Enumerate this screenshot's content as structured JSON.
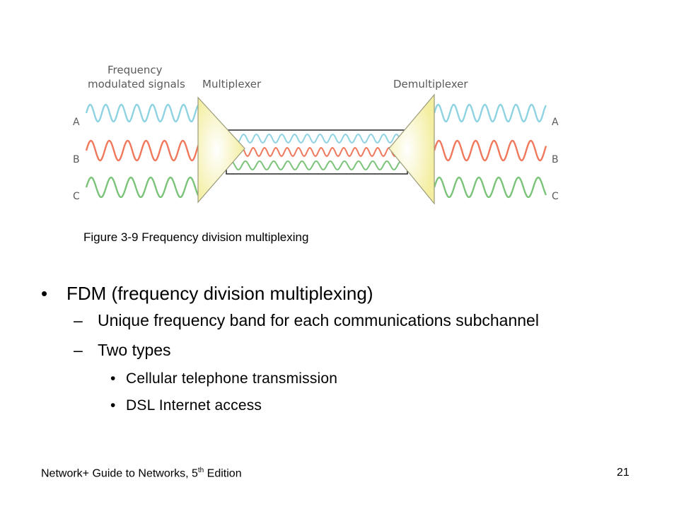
{
  "diagram": {
    "label_signals": [
      "Frequency",
      "modulated signals"
    ],
    "label_mux": "Multiplexer",
    "label_demux": "Demultiplexer",
    "channels": [
      "A",
      "B",
      "C"
    ],
    "colors": {
      "A": "#8fd3e3",
      "B": "#f0795d",
      "C": "#7cc37a",
      "device": "#f6f2a8",
      "device_stroke": "#9a9a7a",
      "label": "#5a5a5a"
    }
  },
  "caption": "Figure 3-9 Frequency division multiplexing",
  "bullets": [
    {
      "text": "FDM (frequency division multiplexing)",
      "subs": [
        {
          "text": "Unique frequency band for each communications subchannel"
        },
        {
          "text": "Two types",
          "subs": [
            {
              "text": "Cellular telephone transmission"
            },
            {
              "text": "DSL Internet access"
            }
          ]
        }
      ]
    }
  ],
  "footer": {
    "left_main": "Network+ Guide to Networks, 5",
    "left_sup": "th",
    "left_end": " Edition",
    "page": "21"
  }
}
